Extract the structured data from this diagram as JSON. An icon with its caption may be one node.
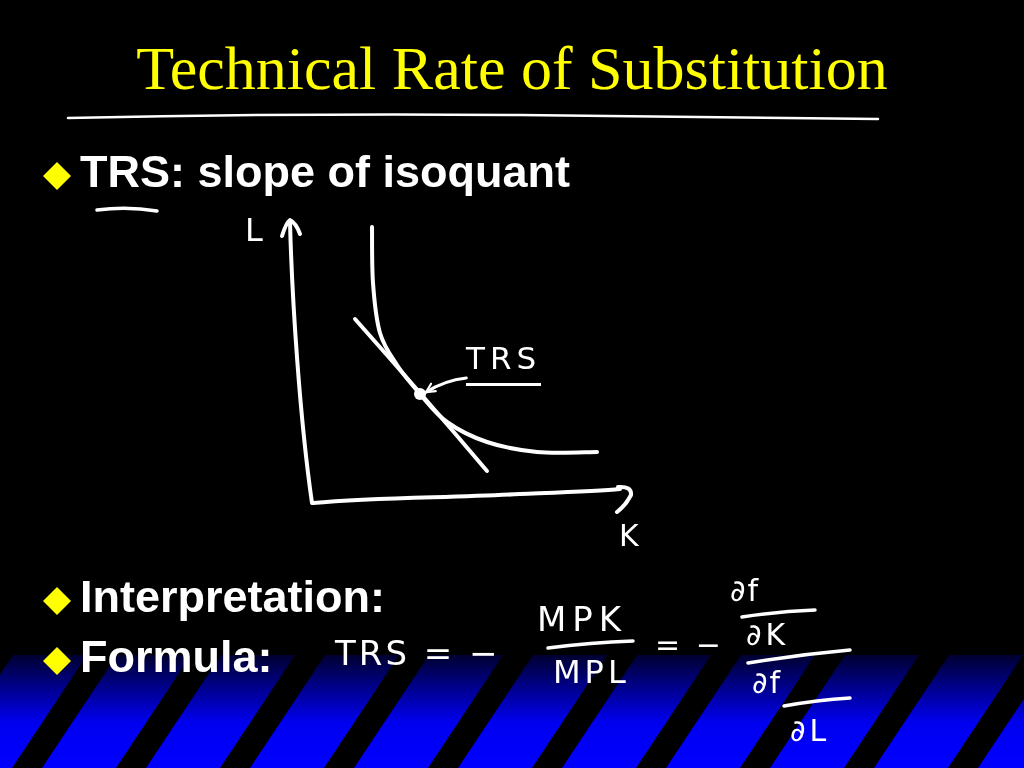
{
  "diagram": {
    "title": "Technical Rate of Substitution",
    "nodes": [
      {
        "text": [
          "TRS"
        ]
      },
      {
        "text": [],
        "shape": "circle"
      }
    ],
    "edges": [
      {
        "from": 0,
        "to": 1,
        "arrow": "to"
      }
    ],
    "labels": [
      "TRS: slope of isoquant",
      "L",
      "K",
      "Interpretation:",
      "Formula:",
      "TRS = −",
      "MPK",
      "MPL",
      "= −",
      "∂f",
      "∂K",
      "∂f",
      "∂L"
    ]
  }
}
